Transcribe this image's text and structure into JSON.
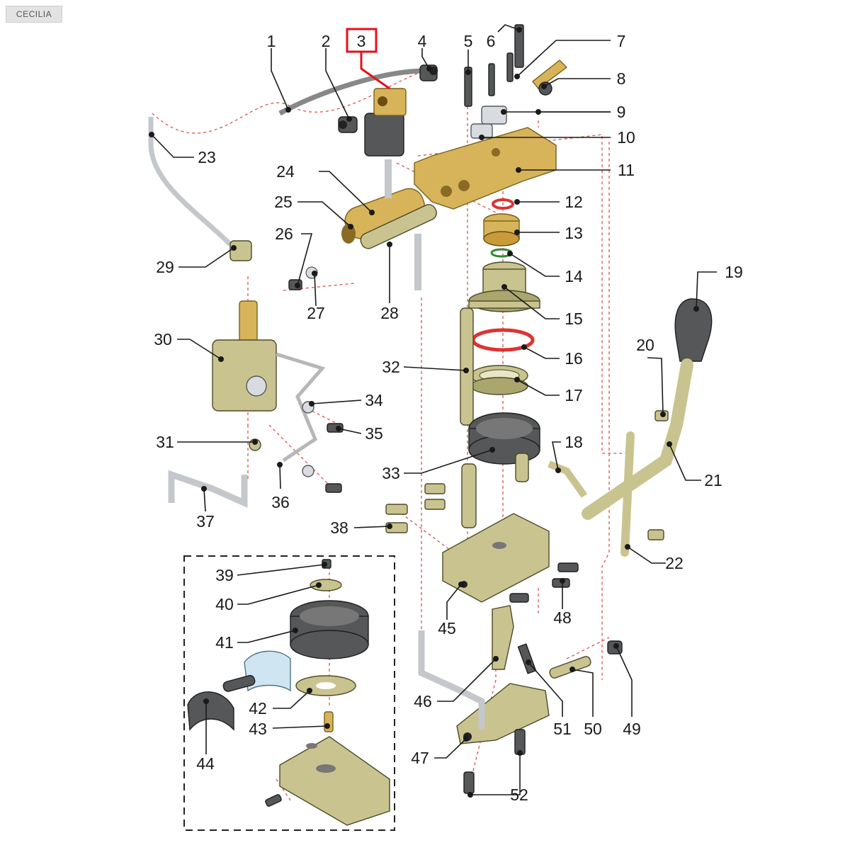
{
  "brand": "CECILIA",
  "highlighted_part": "3",
  "part_numbers": [
    "1",
    "2",
    "3",
    "4",
    "5",
    "6",
    "7",
    "8",
    "9",
    "10",
    "11",
    "12",
    "13",
    "14",
    "15",
    "16",
    "17",
    "18",
    "19",
    "20",
    "21",
    "22",
    "23",
    "24",
    "25",
    "26",
    "27",
    "28",
    "29",
    "30",
    "31",
    "32",
    "33",
    "34",
    "35",
    "36",
    "37",
    "38",
    "39",
    "40",
    "41",
    "42",
    "43",
    "44",
    "45",
    "46",
    "47",
    "48",
    "49",
    "50",
    "51",
    "52"
  ],
  "colors": {
    "highlight": "#e3111b",
    "guide_lines": "#d9534f",
    "brass": "#d7b45a",
    "olive": "#c9c48f",
    "dark_grey": "#555759",
    "light_blue": "#cfe6f2"
  }
}
